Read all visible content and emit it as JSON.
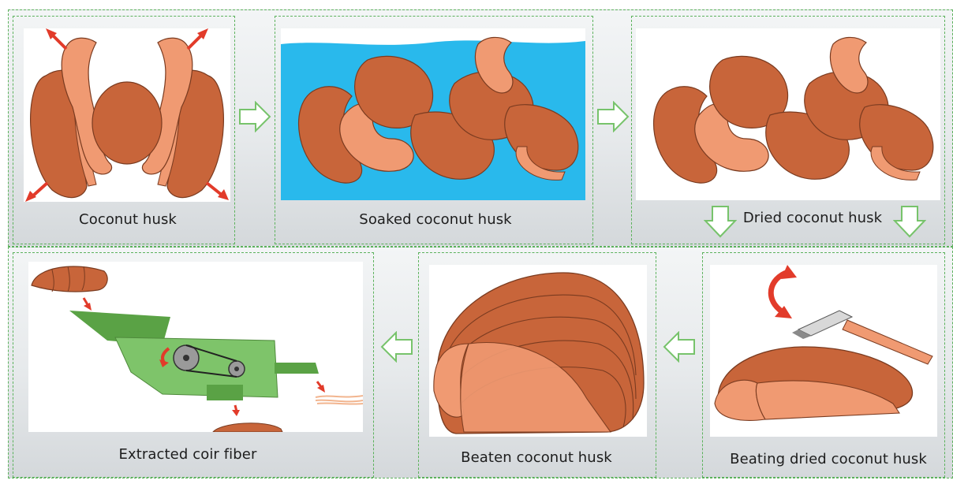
{
  "steps": {
    "coconut_husk": "Coconut husk",
    "soaked": "Soaked coconut husk",
    "dried": "Dried coconut husk",
    "beating": "Beating dried coconut husk",
    "beaten": "Beaten coconut husk",
    "extracted": "Extracted coir fiber"
  },
  "colors": {
    "husk_dark": "#c8653a",
    "husk_light": "#f09a72",
    "water": "#29b9ec",
    "machine": "#7ec46a",
    "arrow_outline": "#77c36b",
    "red_arrow": "#e23b2a"
  }
}
